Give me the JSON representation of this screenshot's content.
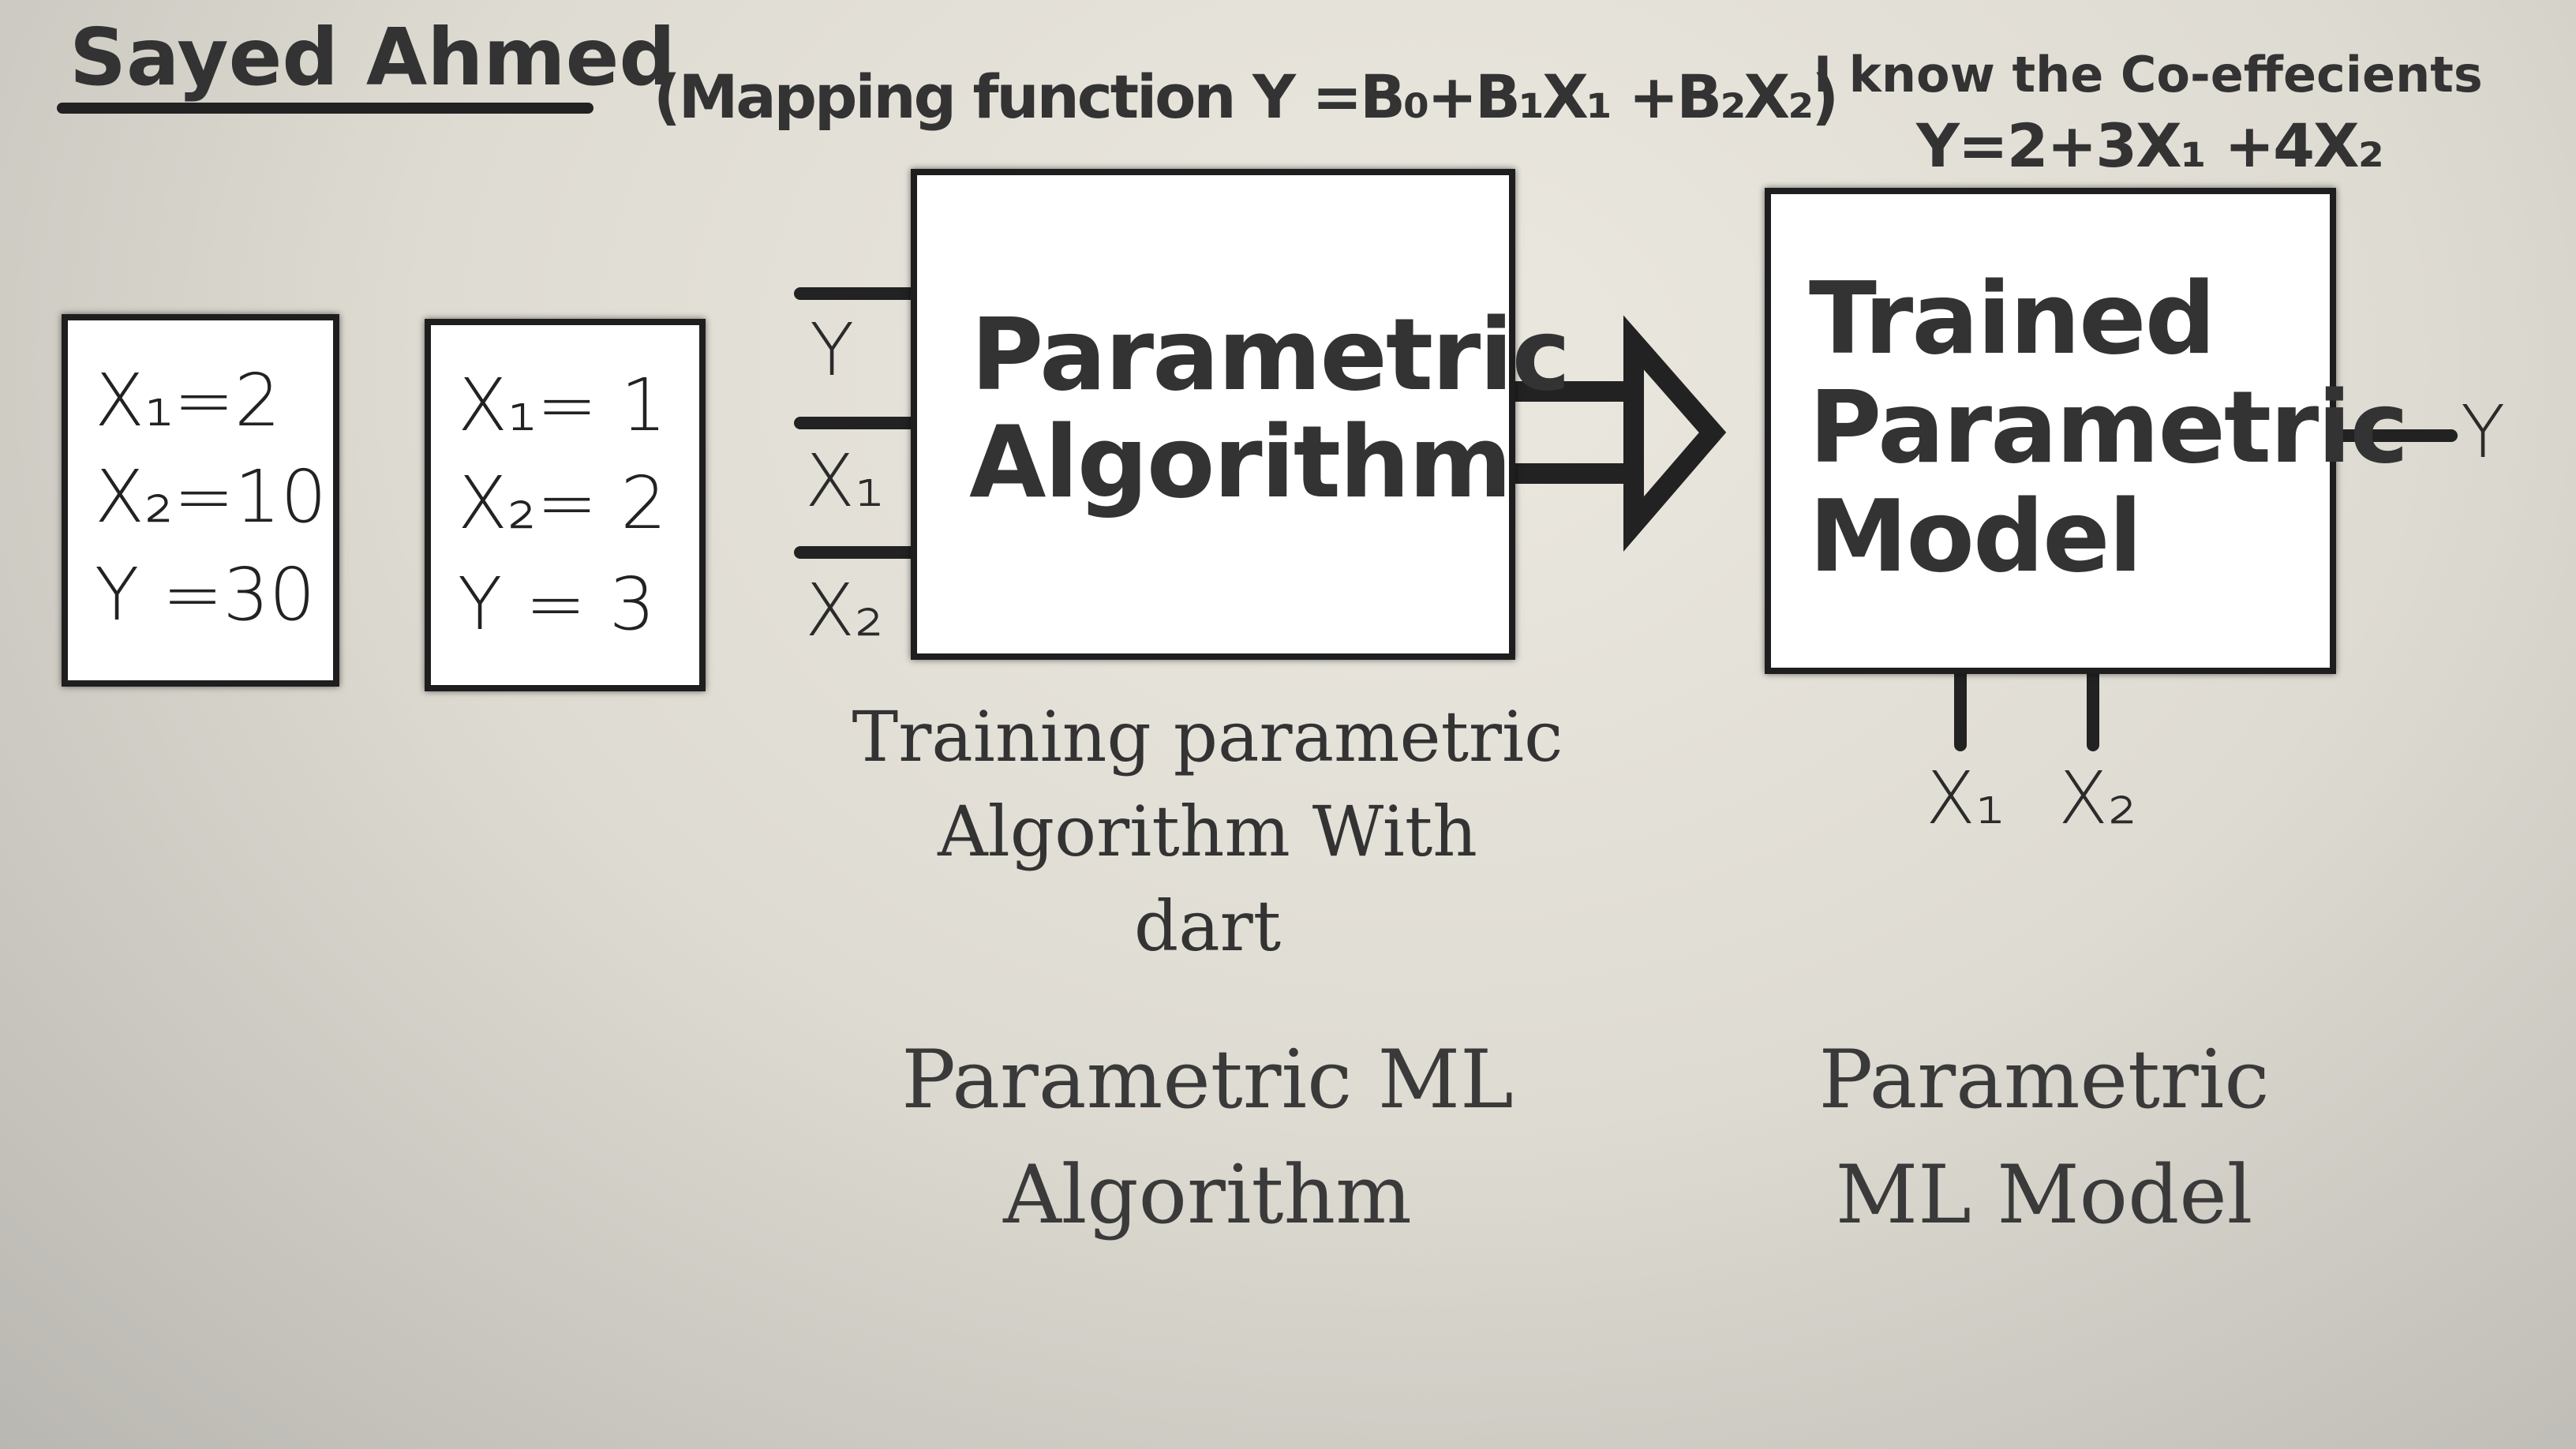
{
  "author": "Sayed Ahmed",
  "mapping": {
    "prefix": "(Mapping function ",
    "formula": "Y =B₀+B₁X₁ +B₂X₂",
    "suffix": ")"
  },
  "coefficients": {
    "note": "I know the Co-effecients",
    "formula": "Y=2+3X₁ +4X₂"
  },
  "samples": [
    {
      "x1": "X₁=2",
      "x2": "X₂=10",
      "y": "Y =30"
    },
    {
      "x1": "X₁= 1",
      "x2": "X₂= 2",
      "y": "Y = 3"
    }
  ],
  "algorithm": {
    "title_line1": "Parametric",
    "title_line2": "Algorithm",
    "inputs": [
      "Y",
      "X₁",
      "X₂"
    ],
    "caption_lines": [
      "Training parametric",
      "Algorithm With",
      "dart"
    ]
  },
  "model": {
    "title_line1": "Trained",
    "title_line2": "Parametric",
    "title_line3": "Model",
    "output": "Y",
    "inputs": [
      "X₁",
      "X₂"
    ]
  },
  "footer": {
    "algorithm_lines": [
      "Parametric ML",
      "Algorithm"
    ],
    "model_lines": [
      "Parametric",
      "ML Model"
    ]
  },
  "colors": {
    "ink": "#222222",
    "box_fill": "#ffffff",
    "background": "#e5e2da"
  }
}
